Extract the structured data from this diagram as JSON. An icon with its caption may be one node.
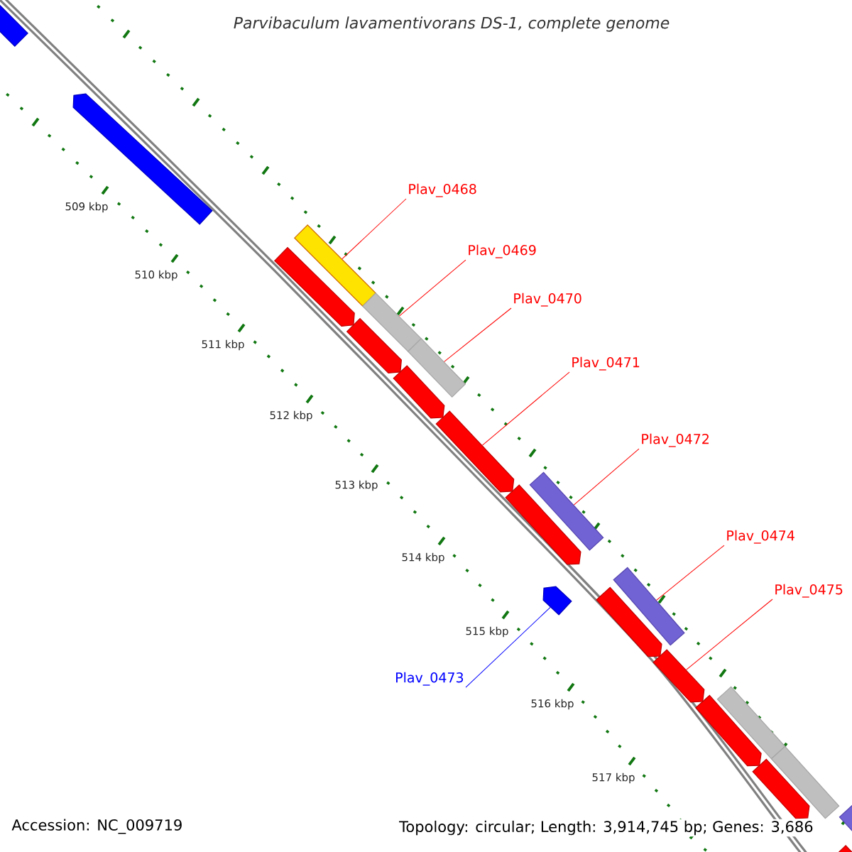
{
  "diagram": {
    "title": "*Parvibaculum lavamentivorans* DS-1, complete genome",
    "nodes": [
      {
        "text": [],
        "shape": "bar"
      },
      {
        "text": [],
        "shape": "pentagon"
      },
      {
        "text": [],
        "shape": "bar"
      },
      {
        "text": [],
        "shape": "pentagon"
      },
      {
        "text": [],
        "shape": "bar"
      },
      {
        "text": [],
        "shape": "pentagon"
      },
      {
        "text": [],
        "shape": "bar"
      },
      {
        "text": [],
        "shape": "pentagon"
      },
      {
        "text": [],
        "shape": "pentagon"
      },
      {
        "text": [],
        "shape": "bar"
      },
      {
        "text": [],
        "shape": "pentagon"
      },
      {
        "text": [],
        "shape": "pentagon"
      },
      {
        "text": [],
        "shape": "bar"
      },
      {
        "text": [],
        "shape": "pentagon"
      },
      {
        "text": [],
        "shape": "pentagon"
      },
      {
        "text": [],
        "shape": "bar"
      },
      {
        "text": [],
        "shape": "pentagon"
      },
      {
        "text": [],
        "shape": "bar"
      },
      {
        "text": [],
        "shape": "pentagon"
      },
      {
        "text": [],
        "shape": "bar"
      },
      {
        "text": [],
        "shape": "pentagon"
      },
      {
        "text": [
          "Plav_0468"
        ]
      },
      {
        "text": [
          "Plav_0469"
        ]
      },
      {
        "text": [
          "Plav_0470"
        ]
      },
      {
        "text": [
          "Plav_0471"
        ]
      },
      {
        "text": [
          "Plav_0472"
        ]
      },
      {
        "text": [
          "Plav_0474"
        ]
      },
      {
        "text": [
          "Plav_0475"
        ]
      },
      {
        "text": [
          "Plav_0473"
        ]
      }
    ],
    "edges": [
      {
        "from": 21,
        "to": 2,
        "arrow": "none"
      },
      {
        "from": 22,
        "to": 4,
        "arrow": "none"
      },
      {
        "from": 23,
        "to": 6,
        "arrow": "none"
      },
      {
        "from": 24,
        "to": 8,
        "arrow": "none"
      },
      {
        "from": 25,
        "to": 9,
        "arrow": "none"
      },
      {
        "from": 26,
        "to": 12,
        "arrow": "none"
      },
      {
        "from": 27,
        "to": 14,
        "arrow": "none"
      },
      {
        "from": 28,
        "to": 11,
        "arrow": "none",
        "color": "#0000ff"
      }
    ],
    "labels": [
      "509 kbp",
      "510 kbp",
      "511 kbp",
      "512 kbp",
      "513 kbp",
      "514 kbp",
      "515 kbp",
      "516 kbp",
      "517 kbp",
      "Accession: NC_009719",
      "Topology: circular; Length: 3,914,745 bp; Genes: 3,686"
    ]
  }
}
